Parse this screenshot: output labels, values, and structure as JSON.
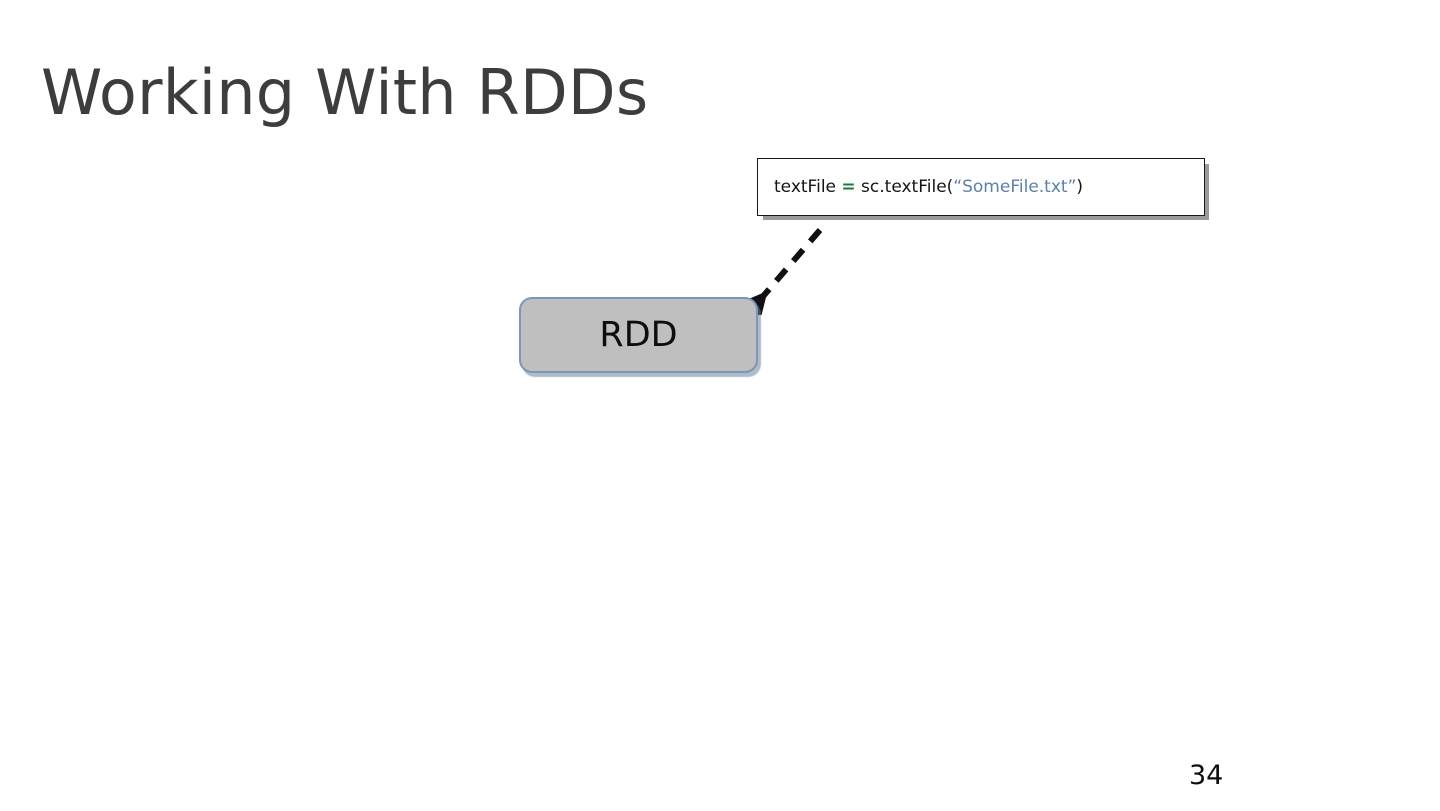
{
  "slide": {
    "title": "Working With RDDs",
    "page_number": "34",
    "background_color": "#ffffff",
    "title_color": "#3d3d3d"
  },
  "code_callout": {
    "name": "code-callout",
    "border_color": "#1a1a1a",
    "shadow_color": "#9a9a9a",
    "background_color": "#ffffff",
    "full_text": "textFile = sc.textFile(“SomeFile.txt”)",
    "tokens": {
      "variable": "textFile",
      "operator": "=",
      "call": " sc.textFile(",
      "string": "“SomeFile.txt”",
      "close_paren": ")"
    },
    "token_colors": {
      "plain": "#141414",
      "operator": "#1a7a3c",
      "string": "#5b80ab"
    }
  },
  "connector": {
    "name": "dashed-arrow",
    "style": "dashed",
    "color": "#111111",
    "arrow_target": "rdd-node"
  },
  "rdd_node": {
    "label": "RDD",
    "fill_color": "#bfbfbf",
    "border_color": "#7b96b8",
    "text_color": "#0d0d0d"
  }
}
